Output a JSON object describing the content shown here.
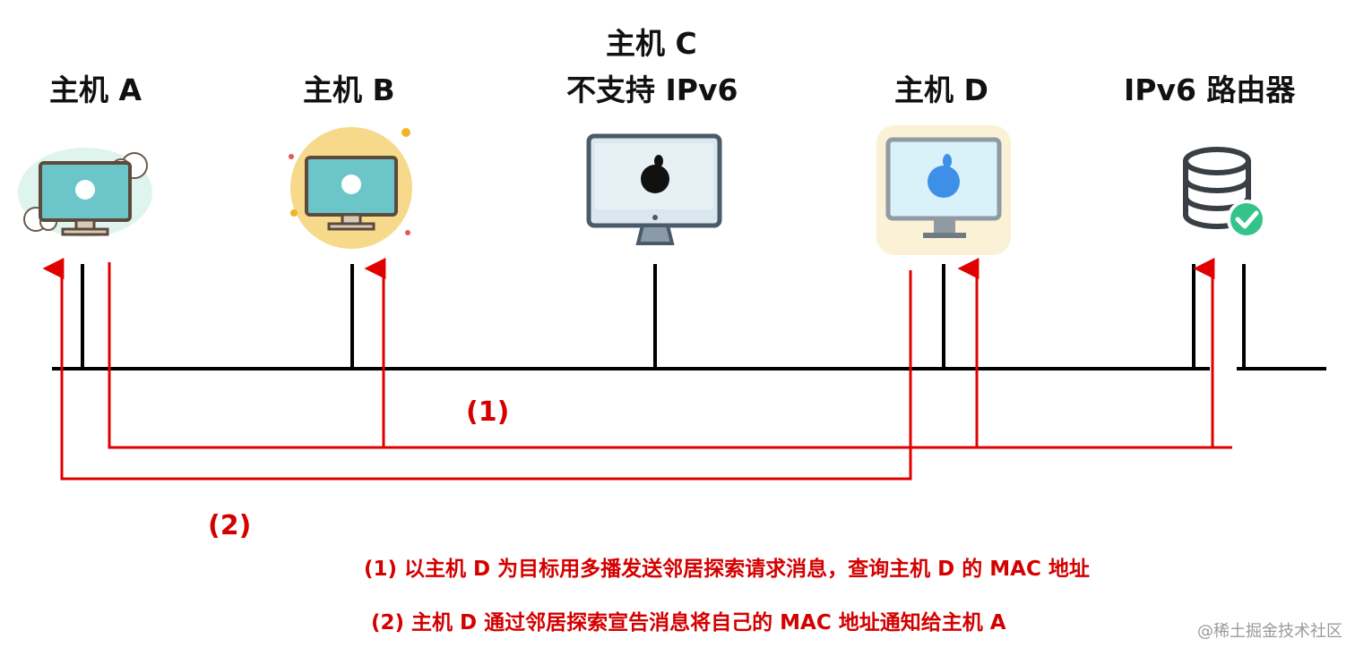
{
  "hosts": {
    "a": {
      "title": "主机 A",
      "icon": "apple-monitor-cloud-icon"
    },
    "b": {
      "title": "主机 B",
      "icon": "apple-monitor-sun-icon"
    },
    "c": {
      "title": "主机 C",
      "subtitle": "不支持 IPv6",
      "icon": "apple-monitor-icon"
    },
    "d": {
      "title": "主机 D",
      "icon": "apple-monitor-blue-icon"
    },
    "router": {
      "title": "IPv6 路由器",
      "icon": "database-check-icon"
    }
  },
  "flows": {
    "one": {
      "label": "(1)",
      "description": "(1) 以主机 D 为目标用多播发送邻居探索请求消息，查询主机 D 的 MAC 地址"
    },
    "two": {
      "label": "(2)",
      "description": "(2) 主机 D 通过邻居探索宣告消息将自己的 MAC 地址通知给主机 A"
    }
  },
  "watermark": "@稀土掘金技术社区",
  "colors": {
    "flow": "#e00000",
    "network": "#000000"
  }
}
